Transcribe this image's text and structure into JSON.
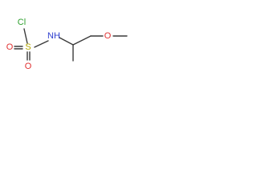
{
  "molecule": {
    "atoms": {
      "chlorine": {
        "text": "Cl",
        "color": "#2fa02f"
      },
      "sulfur": {
        "text": "S",
        "color": "#b3a700"
      },
      "oxygen_upper": {
        "text": "O",
        "color": "#e03030"
      },
      "oxygen_lower": {
        "text": "O",
        "color": "#e03030"
      },
      "nitrogen": {
        "text": "NH",
        "color": "#3040d0"
      },
      "oxygen_ether": {
        "text": "O",
        "color": "#e03030"
      }
    },
    "bond_color": "#3a3a3a"
  }
}
